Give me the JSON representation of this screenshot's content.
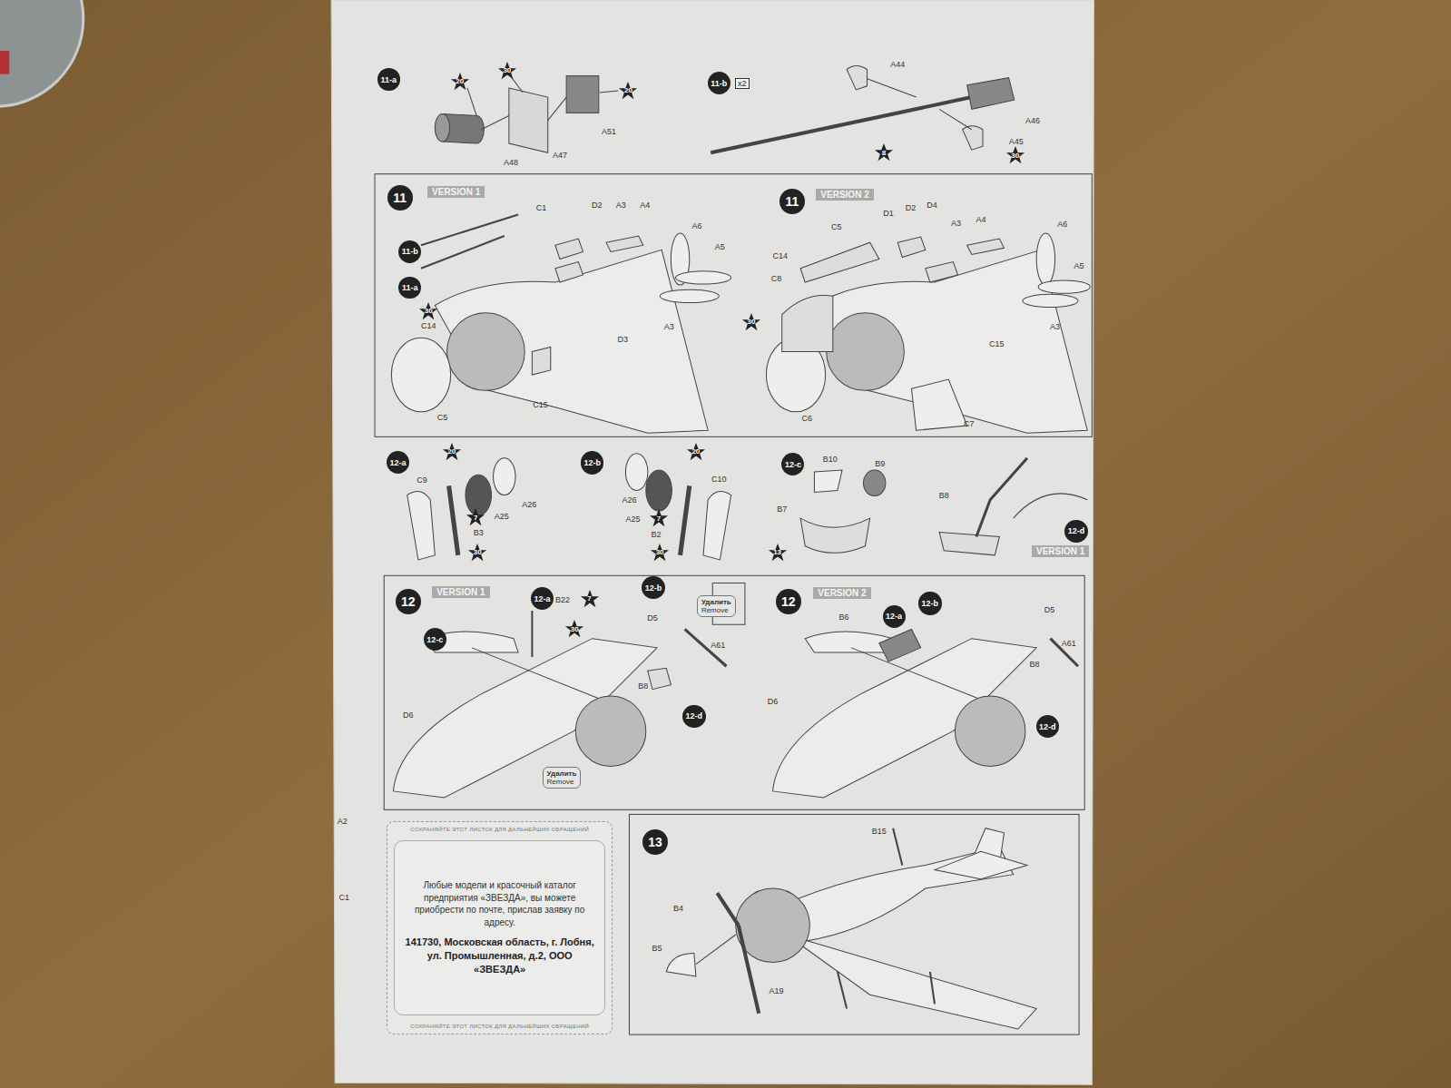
{
  "diagram": {
    "nodes": [
      {
        "text": [
          "11-a"
        ]
      },
      {
        "text": [
          "20"
        ]
      },
      {
        "text": [
          "30"
        ]
      },
      {
        "text": [
          "20"
        ]
      },
      {
        "text": [
          "11-b"
        ]
      },
      {
        "text": [
          "x2"
        ]
      },
      {
        "text": [
          "30"
        ]
      },
      {
        "text": [
          "8"
        ]
      },
      {
        "text": [
          "11"
        ]
      },
      {
        "text": [
          "VERSION 1"
        ]
      },
      {
        "text": [
          "11-b"
        ]
      },
      {
        "text": [
          "11-a"
        ]
      },
      {
        "text": [
          "30"
        ]
      },
      {
        "text": [
          "11"
        ]
      },
      {
        "text": [
          "VERSION 2"
        ]
      },
      {
        "text": [
          "30"
        ]
      },
      {
        "text": [
          "12-a"
        ]
      },
      {
        "text": [
          "20"
        ]
      },
      {
        "text": [
          "7"
        ]
      },
      {
        "text": [
          "30"
        ]
      },
      {
        "text": [
          "12-b"
        ]
      },
      {
        "text": [
          "20"
        ]
      },
      {
        "text": [
          "7"
        ]
      },
      {
        "text": [
          "30"
        ]
      },
      {
        "text": [
          "12-c"
        ]
      },
      {
        "text": [
          "13"
        ]
      },
      {
        "text": [
          "12-d"
        ]
      },
      {
        "text": [
          "VERSION 1"
        ]
      },
      {
        "text": [
          "12"
        ]
      },
      {
        "text": [
          "VERSION 1"
        ]
      },
      {
        "text": [
          "12-a"
        ]
      },
      {
        "text": [
          "7"
        ]
      },
      {
        "text": [
          "12-b"
        ]
      },
      {
        "text": [
          "Удалить",
          "Remove"
        ]
      },
      {
        "text": [
          "30"
        ]
      },
      {
        "text": [
          "12-c"
        ]
      },
      {
        "text": [
          "12-d"
        ]
      },
      {
        "text": [
          "Удалить",
          "Remove"
        ]
      },
      {
        "text": [
          "12"
        ]
      },
      {
        "text": [
          "VERSION 2"
        ]
      },
      {
        "text": [
          "12-a"
        ]
      },
      {
        "text": [
          "12-b"
        ]
      },
      {
        "text": [
          "12-d"
        ]
      },
      {
        "text": [
          "СОХРАНЯЙТЕ ЭТОТ ЛИСТОК ДЛЯ ДАЛЬНЕЙШИХ ОБРАЩЕНИЙ",
          "СОХРАНЯЙТЕ ЭТОТ ЛИСТОК ДЛЯ ДАЛЬНЕЙШИХ ОБРАЩЕНИЙ"
        ]
      },
      {
        "text": [
          "Любые модели и красочный каталог предприятия «ЗВЕЗДА», вы можете приобрести по почте, прислав заявку по адресу.",
          "141730, Московская область, г. Лобня, ул. Промышленная, д.2, ООО «ЗВЕЗДА»"
        ],
        "in": 43
      },
      {
        "text": [
          "13"
        ]
      }
    ],
    "labels": [
      "A48",
      "A47",
      "A51",
      "A44",
      "A46",
      "A45",
      "C1",
      "D2",
      "A3",
      "A4",
      "A6",
      "A5",
      "A3",
      "D3",
      "C14",
      "C5",
      "C15",
      "C5",
      "D1",
      "D2",
      "D4",
      "A3",
      "A4",
      "A6",
      "A5",
      "A3",
      "C14",
      "C8",
      "C15",
      "C6",
      "C7",
      "C9",
      "A26",
      "A25",
      "B3",
      "A26",
      "C10",
      "A25",
      "B2",
      "B10",
      "B9",
      "B7",
      "B8",
      "B22",
      "D5",
      "A61",
      "B8",
      "D6",
      "B6",
      "D5",
      "A61",
      "B8",
      "D6",
      "B15",
      "B4",
      "B5",
      "A19",
      "A2",
      "C1"
    ]
  }
}
